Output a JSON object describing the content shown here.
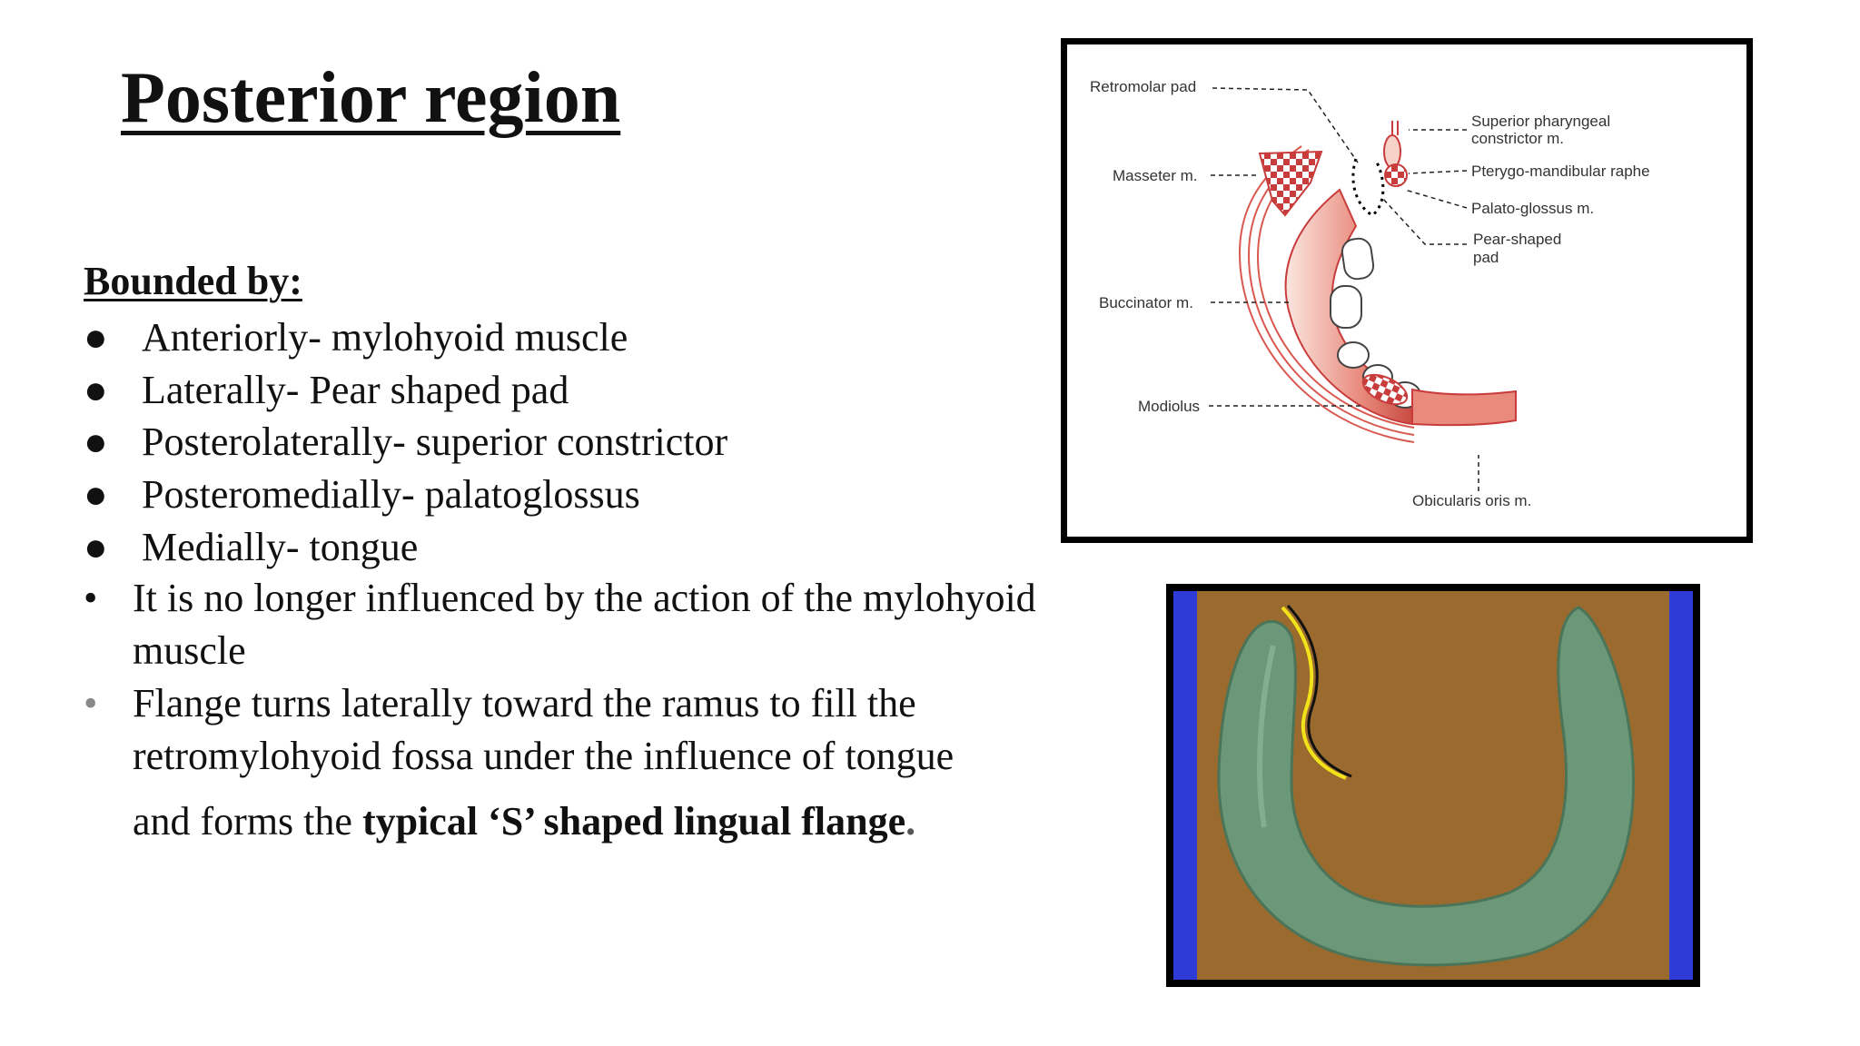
{
  "slide": {
    "title": "Posterior region",
    "bounded_by_heading": "Bounded by:",
    "bounded_items": [
      "Anteriorly- mylohyoid muscle",
      "Laterally- Pear shaped pad",
      "Posterolaterally- superior constrictor",
      "Posteromedially- palatoglossus",
      "Medially- tongue"
    ],
    "note_1": "It is no longer influenced by the action of the mylohyoid muscle",
    "note_2": {
      "lines": [
        "Flange turns laterally toward the ramus to fill the",
        "retromylohyoid fossa under the influence of tongue"
      ],
      "line_3_prefix": "and forms the ",
      "line_3_bold": "typical ‘S’ shaped lingual flange",
      "line_3_period": "."
    },
    "bullet_symbols": {
      "round": "●",
      "small": "•"
    }
  },
  "diagram": {
    "labels": {
      "retromolar_pad": "Retromolar pad",
      "masseter": "Masseter m.",
      "buccinator": "Buccinator  m.",
      "modiolus": "Modiolus",
      "superior_pharyngeal_1": "Superior pharyngeal",
      "superior_pharyngeal_2": "constrictor m.",
      "pterygo_mandibular": "Pterygo-mandibular raphe",
      "palato_glossus": "Palato-glossus m.",
      "pear_shaped_1": "Pear-shaped",
      "pear_shaped_2": "pad",
      "obicularis": "Obicularis oris m."
    },
    "colors": {
      "tissue": "#d9584f",
      "tissue_light": "#f6d2c8",
      "muscle": "#c83c3c"
    }
  },
  "photo": {
    "description_colors": {
      "background": "#9a6a2e",
      "side_bars": "#2e3bd6",
      "impression": "#6a9878",
      "line_yellow": "#f2e21a"
    }
  }
}
